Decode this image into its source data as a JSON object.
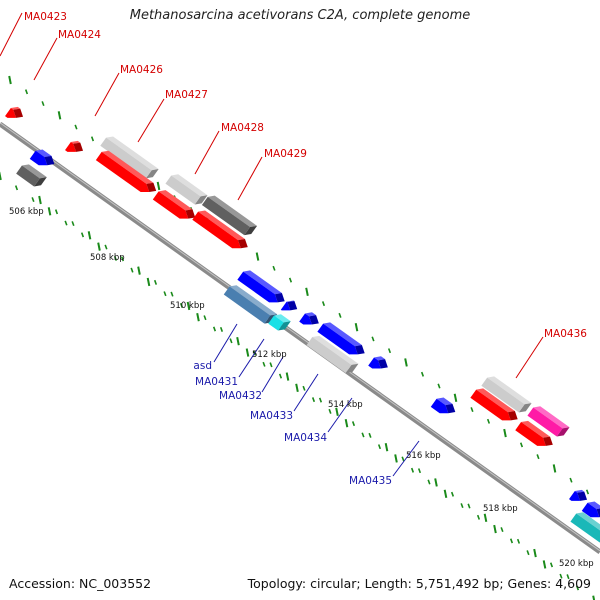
{
  "title": "Methanosarcina acetivorans C2A, complete genome",
  "footer": {
    "accession": "Accession: NC_003552",
    "summary": "Topology: circular; Length: 5,751,492 bp; Genes: 4,609"
  },
  "colors": {
    "red": "#ff0000",
    "label_red": "#d40000",
    "label_blue": "#1a1aaa",
    "blue": "#0000ff",
    "steel": "#4a7fb0",
    "cyan": "#19e0e6",
    "teal": "#1ab8b8",
    "light_gray": "#cccccc",
    "dark_gray": "#606060",
    "magenta": "#ff1aa6",
    "backbone": "#888888",
    "tick": "#1a8a1a"
  },
  "kbp_labels": [
    "506 kbp",
    "508 kbp",
    "510 kbp",
    "512 kbp",
    "514 kbp",
    "516 kbp",
    "518 kbp",
    "520 kbp"
  ],
  "gene_labels": [
    {
      "text": "MA0423",
      "color": "red"
    },
    {
      "text": "MA0424",
      "color": "red"
    },
    {
      "text": "MA0426",
      "color": "red"
    },
    {
      "text": "MA0427",
      "color": "red"
    },
    {
      "text": "MA0428",
      "color": "red"
    },
    {
      "text": "MA0429",
      "color": "red"
    },
    {
      "text": "MA0436",
      "color": "red"
    },
    {
      "text": "asd",
      "color": "blue"
    },
    {
      "text": "MA0431",
      "color": "blue"
    },
    {
      "text": "MA0432",
      "color": "blue"
    },
    {
      "text": "MA0433",
      "color": "blue"
    },
    {
      "text": "MA0434",
      "color": "blue"
    },
    {
      "text": "MA0435",
      "color": "blue"
    }
  ]
}
